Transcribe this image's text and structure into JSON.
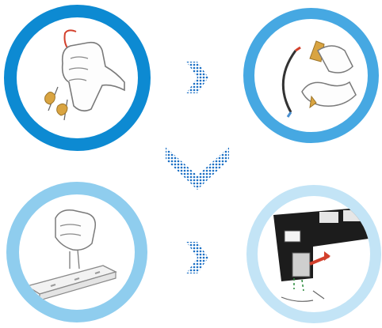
{
  "steps": [
    {
      "id": 1,
      "icon": "hand-grip-clip-icon",
      "ring_color": "#0d8ad2"
    },
    {
      "id": 2,
      "icon": "hand-pinch-clip-icon",
      "ring_color": "#46a8e2"
    },
    {
      "id": 3,
      "icon": "hand-press-strip-icon",
      "ring_color": "#8fcdee"
    },
    {
      "id": 4,
      "icon": "device-insert-clip-icon",
      "ring_color": "#c3e4f6"
    }
  ],
  "arrows": [
    {
      "direction": "right",
      "icon": "dotted-chevron-right-icon"
    },
    {
      "direction": "down",
      "icon": "dotted-chevron-down-icon"
    },
    {
      "direction": "right",
      "icon": "dotted-chevron-right-icon"
    }
  ],
  "colors": {
    "arrow": "#1a6fc4",
    "accent_red": "#d3402c",
    "accent_gold": "#d9a441"
  }
}
